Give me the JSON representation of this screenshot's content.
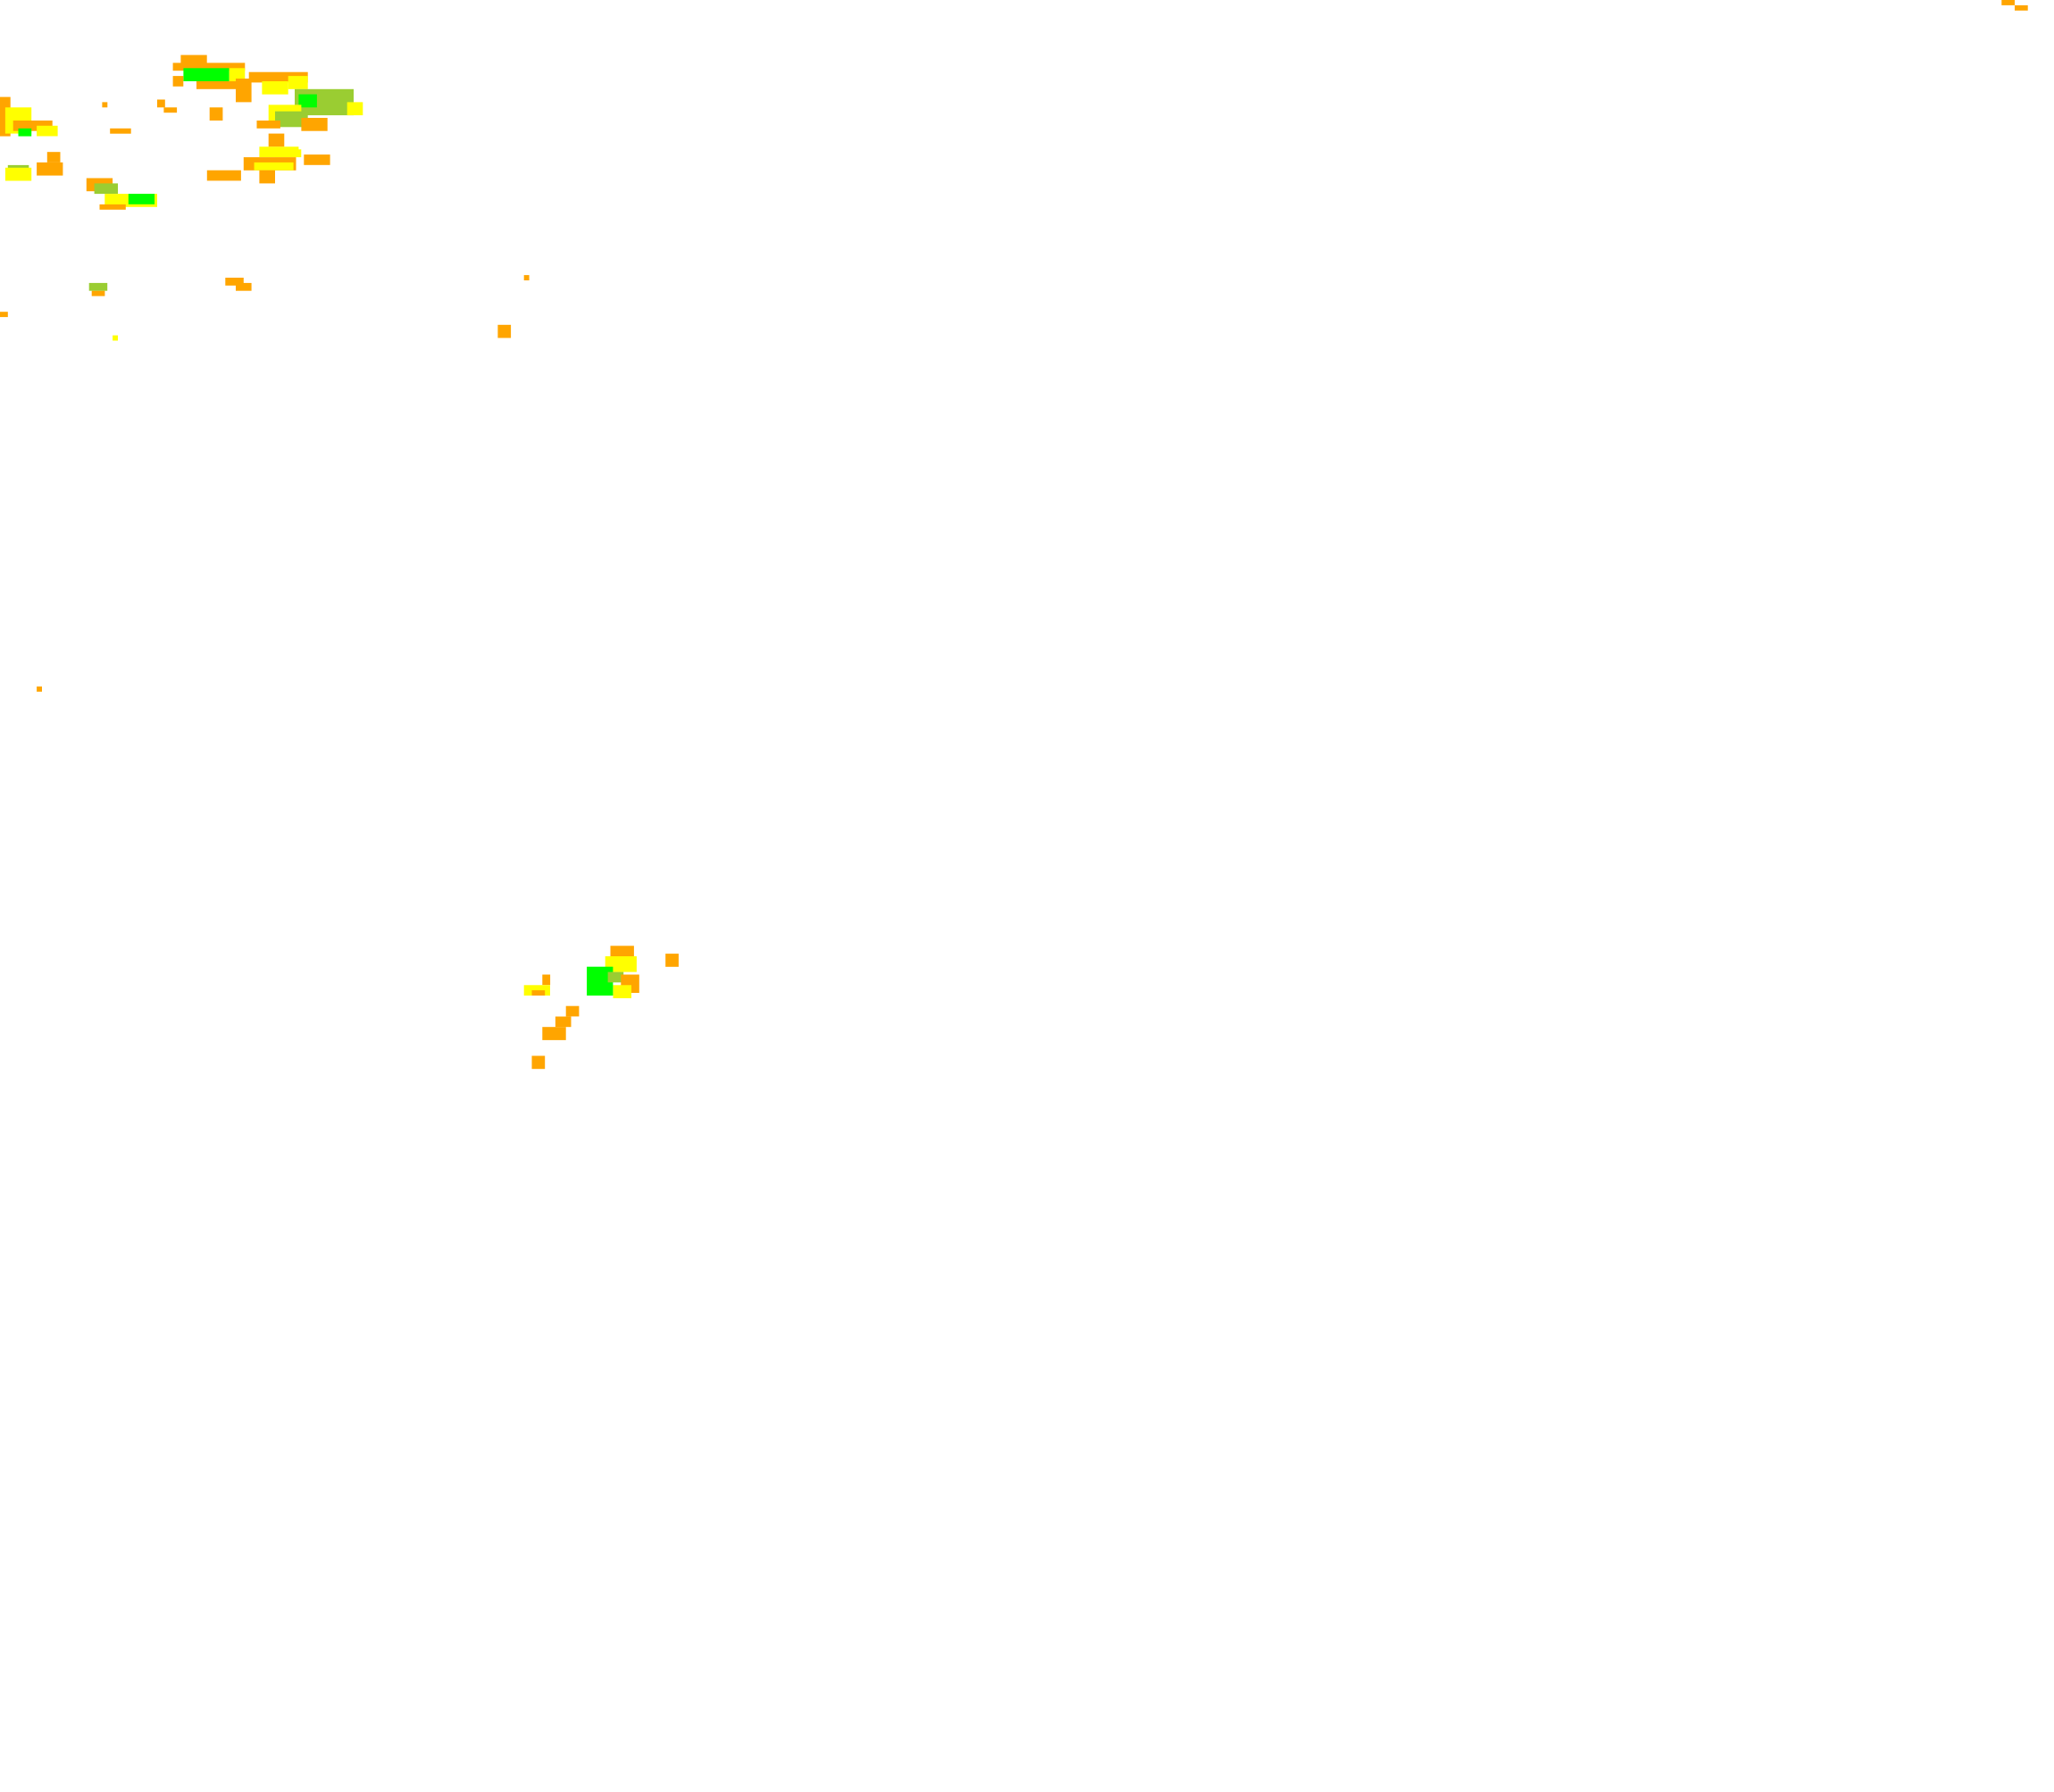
{
  "map": {
    "background_color": "#ffffff",
    "layer_type": "raster-overlay",
    "colors": {
      "orange": "#ffa500",
      "yellow": "#ffff00",
      "olive": "#9acd32",
      "green": "#00ff00"
    },
    "regions": [
      {
        "id": "cluster-northwest-a",
        "dominant_color": "orange"
      },
      {
        "id": "cluster-northwest-b",
        "dominant_color": "yellow"
      },
      {
        "id": "cluster-northwest-c",
        "dominant_color": "green"
      },
      {
        "id": "scattered-cells-north",
        "dominant_color": "orange"
      },
      {
        "id": "cluster-central",
        "dominant_color": "green"
      },
      {
        "id": "cells-northeast-corner",
        "dominant_color": "orange"
      }
    ]
  }
}
